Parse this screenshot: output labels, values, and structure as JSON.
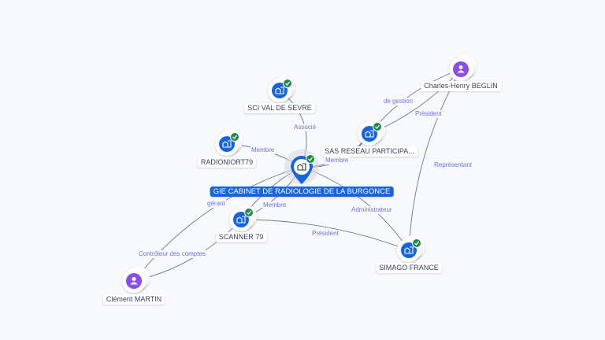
{
  "colors": {
    "company": "#1565e0",
    "person": "#8a4de8",
    "check": "#1f8a4c",
    "edge_label": "#6b72e0"
  },
  "nodes": [
    {
      "id": "gie",
      "label": "GIE CABINET DE RADIOLOGIE DE LA BURGONCE",
      "type": "main",
      "icon": "building-icon"
    },
    {
      "id": "sci",
      "label": "SCI VAL DE SEVRE",
      "type": "company",
      "icon": "building-icon"
    },
    {
      "id": "radio",
      "label": "RADIONIORT79",
      "type": "company",
      "icon": "building-icon"
    },
    {
      "id": "sas",
      "label": "SAS RESEAU PARTICIPA...",
      "type": "company",
      "icon": "building-icon"
    },
    {
      "id": "charles",
      "label": "Charles-Henry BEGLIN",
      "type": "person",
      "icon": "person-icon"
    },
    {
      "id": "scanner",
      "label": "SCANNER 79",
      "type": "company",
      "icon": "building-icon"
    },
    {
      "id": "simago",
      "label": "SIMAGO FRANCE",
      "type": "company",
      "icon": "building-icon"
    },
    {
      "id": "clement",
      "label": "Clément MARTIN",
      "type": "person",
      "icon": "person-icon"
    }
  ],
  "edges": [
    {
      "from": "gie",
      "to": "sci",
      "label": "Associé"
    },
    {
      "from": "radio",
      "to": "gie",
      "label": "Membre"
    },
    {
      "from": "sas",
      "to": "gie",
      "label": "Membre"
    },
    {
      "from": "charles",
      "to": "sas",
      "label": "de gestion"
    },
    {
      "from": "charles",
      "to": "sas",
      "label": "Président"
    },
    {
      "from": "charles",
      "to": "simago",
      "label": "Représentant"
    },
    {
      "from": "scanner",
      "to": "simago",
      "label": "Président"
    },
    {
      "from": "gie",
      "to": "simago",
      "label": "Administrateur"
    },
    {
      "from": "clement",
      "to": "gie",
      "label": "Contrôleur des comptes"
    },
    {
      "from": "scanner",
      "to": "gie",
      "label": "gérant"
    },
    {
      "from": "scanner",
      "to": "gie",
      "label": "Membre"
    },
    {
      "from": "clement",
      "to": "scanner",
      "label": ""
    },
    {
      "from": "gie",
      "to": "sas",
      "label": ""
    }
  ]
}
